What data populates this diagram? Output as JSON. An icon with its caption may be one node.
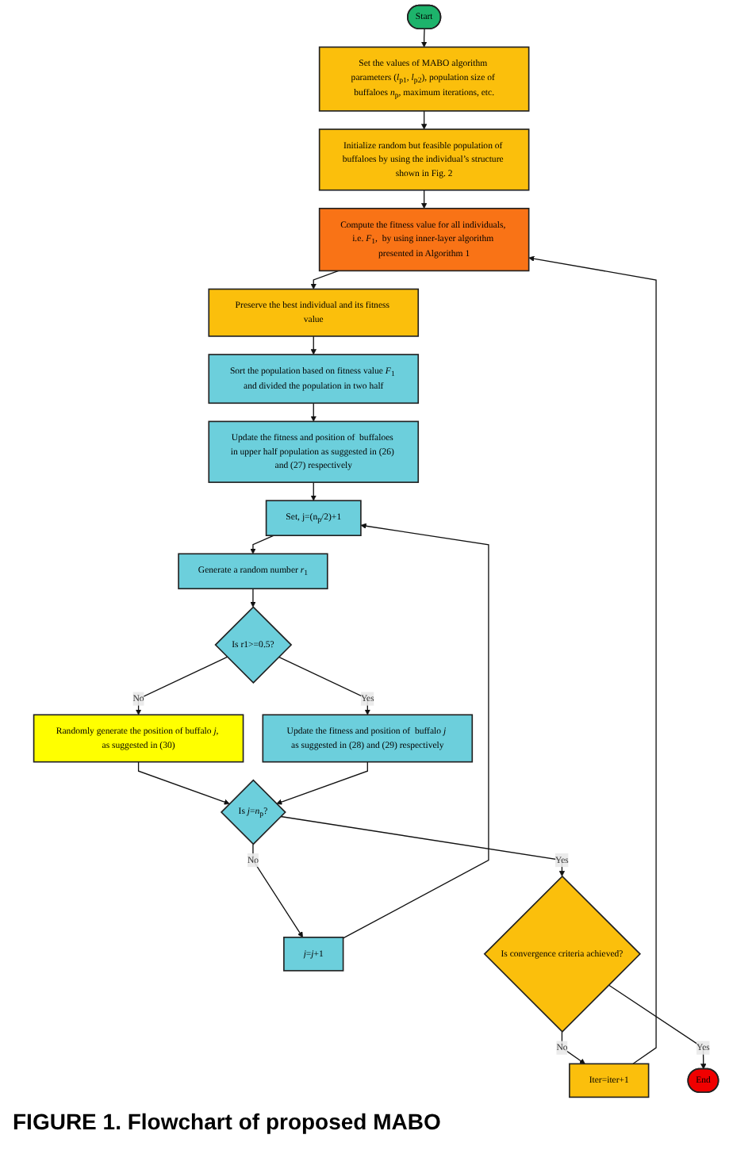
{
  "diagram": {
    "caption": "FIGURE 1. Flowchart of proposed MABO",
    "nodes": [
      {
        "text": [
          "Start"
        ]
      },
      {
        "text": [
          "Set the values of MABO algorithm parameters (*l*$_{p1}$, *l*$_{p2}$), population size of buffaloes *n*$_{p}$, maximum iterations, etc."
        ]
      },
      {
        "text": [
          "Initialize random but feasible population of buffaloes by using the individual’s structure shown in Fig. 2"
        ]
      },
      {
        "text": [
          "Compute the fitness value for all individuals, i.e. *F*$_{1}$,  by using inner-layer algorithm presented in Algorithm 1"
        ]
      },
      {
        "text": [
          "Preserve the best individual and its fitness value"
        ]
      },
      {
        "text": [
          "Sort the population based on fitness value *F*$_{1}$ and divided the population in two half"
        ]
      },
      {
        "text": [
          "Update the fitness and position of  buffaloes in upper half population as suggested in (26) and (27) respectively"
        ]
      },
      {
        "text": [
          "Set, j=(n$_{p}$/2)+1"
        ]
      },
      {
        "text": [
          "Generate a random number *r*$_{1}$"
        ]
      },
      {
        "text": [
          "Is r1>=0.5?"
        ]
      },
      {
        "text": [
          "Randomly generate the position of buffalo *j*, as suggested in (30)"
        ]
      },
      {
        "text": [
          "Update the fitness and position of  buffalo *j* as suggested in (28) and (29) respectively"
        ]
      },
      {
        "text": [
          "Is *j*=*n*$_{p}$?"
        ]
      },
      {
        "text": [
          "*j*=*j*+1"
        ]
      },
      {
        "text": [
          "Is convergence criteria achieved?"
        ]
      },
      {
        "text": [
          "Iter=iter+1"
        ]
      },
      {
        "text": [
          "End"
        ]
      }
    ],
    "edges": [
      {
        "from": 0,
        "to": 1,
        "arrow": "to"
      },
      {
        "from": 1,
        "to": 2,
        "arrow": "to"
      },
      {
        "from": 2,
        "to": 3,
        "arrow": "to"
      },
      {
        "from": 3,
        "to": 4,
        "arrow": "to"
      },
      {
        "from": 4,
        "to": 5,
        "arrow": "to"
      },
      {
        "from": 5,
        "to": 6,
        "arrow": "to"
      },
      {
        "from": 6,
        "to": 7,
        "arrow": "to"
      },
      {
        "from": 7,
        "to": 8,
        "arrow": "to"
      },
      {
        "from": 8,
        "to": 9,
        "arrow": "to"
      },
      {
        "from": 9,
        "to": 10,
        "arrow": "to",
        "label": "No"
      },
      {
        "from": 9,
        "to": 11,
        "arrow": "to",
        "label": "Yes"
      },
      {
        "from": 10,
        "to": 12,
        "arrow": "to"
      },
      {
        "from": 11,
        "to": 12,
        "arrow": "to"
      },
      {
        "from": 12,
        "to": 13,
        "arrow": "to",
        "label": "No"
      },
      {
        "from": 13,
        "to": 7,
        "arrow": "to"
      },
      {
        "from": 12,
        "to": 14,
        "arrow": "to",
        "label": "Yes"
      },
      {
        "from": 14,
        "to": 15,
        "arrow": "to",
        "label": "No"
      },
      {
        "from": 15,
        "to": 3,
        "arrow": "to"
      },
      {
        "from": 14,
        "to": 16,
        "arrow": "to",
        "label": "Yes"
      }
    ]
  }
}
